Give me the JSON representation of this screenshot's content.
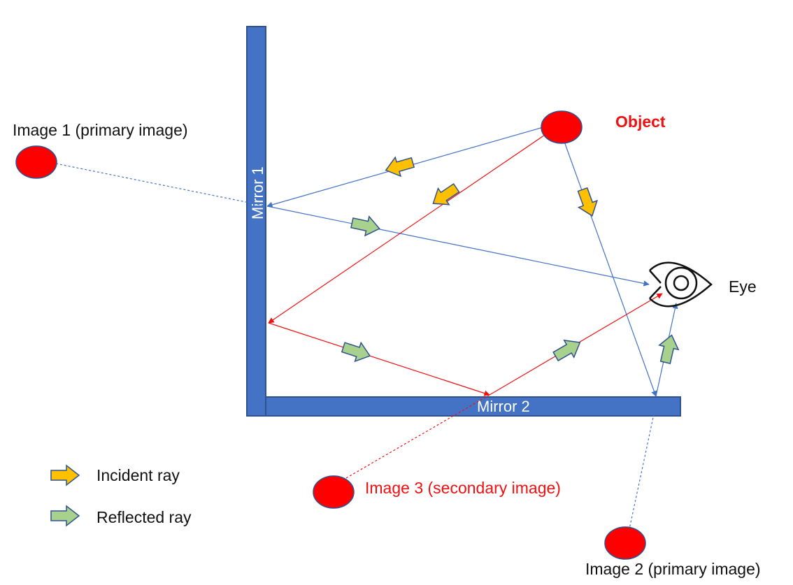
{
  "labels": {
    "object": "Object",
    "eye": "Eye",
    "mirror1": "Mirror 1",
    "mirror2": "Mirror 2",
    "image1": "Image 1 (primary image)",
    "image2": "Image 2 (primary image)",
    "image3": "Image 3 (secondary image)"
  },
  "legend": {
    "incident": "Incident ray",
    "reflected": "Reflected ray"
  },
  "colors": {
    "mirror": "#4472c4",
    "mirror_border": "#2f528f",
    "ray_blue": "#4472c4",
    "ray_red": "#ee1111",
    "dot": "#ff0000",
    "dot_border": "#2f528f",
    "incident_arrow": "#ffc000",
    "reflected_arrow": "#a9d18e",
    "arrow_border": "#2f528f",
    "text_red": "#ee1111"
  }
}
